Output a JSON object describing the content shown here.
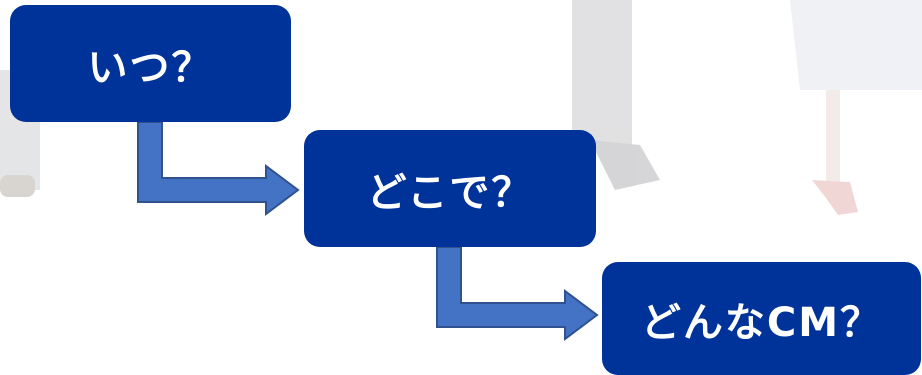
{
  "steps": [
    {
      "label": "いつ？"
    },
    {
      "label": "どこで？"
    },
    {
      "label": "どんなCM？"
    }
  ],
  "colors": {
    "box_fill": "#003399",
    "box_text": "#ffffff",
    "arrow_fill": "#4472C4",
    "arrow_stroke": "#2F528F"
  }
}
